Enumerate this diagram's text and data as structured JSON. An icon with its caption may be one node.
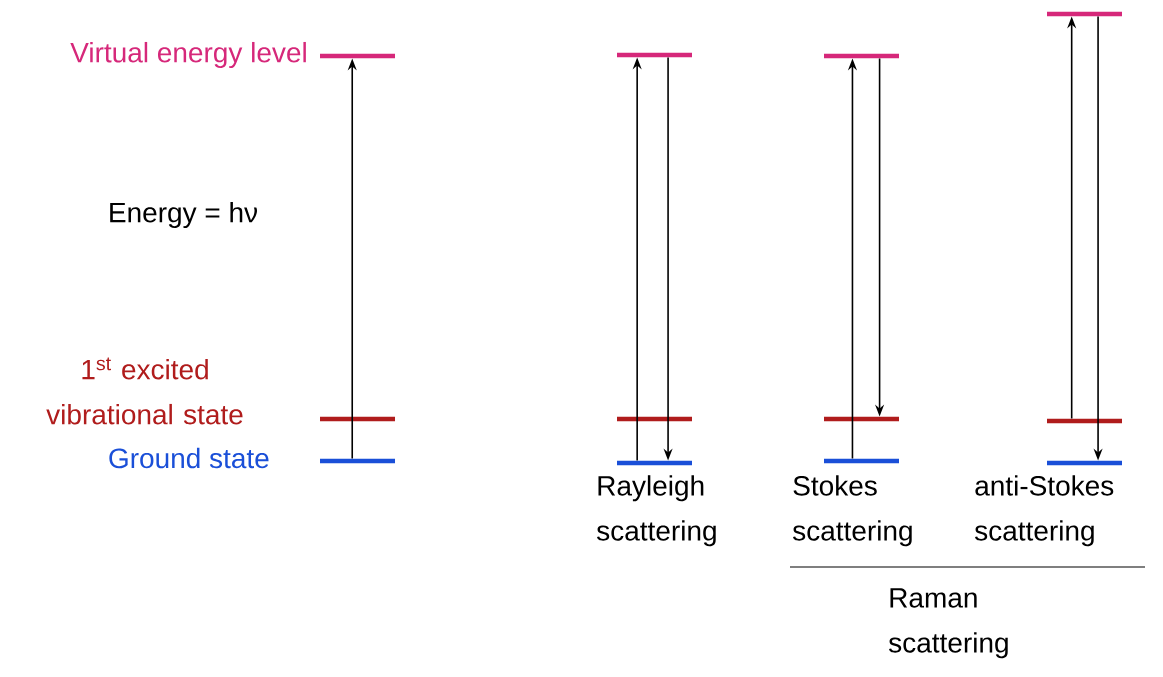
{
  "diagram": {
    "nodes": [
      {
        "text": [],
        "shape": "bar",
        "beside": [
          "Virtual energy level"
        ]
      },
      {
        "text": [],
        "shape": "bar",
        "beside": [
          "1$^{st}$ excited vibrational state"
        ]
      },
      {
        "text": [],
        "shape": "bar",
        "beside": [
          "Ground state"
        ]
      },
      {
        "text": [],
        "shape": "bar"
      },
      {
        "text": [],
        "shape": "bar"
      },
      {
        "text": [],
        "shape": "bar",
        "beside": [
          "Rayleigh scattering"
        ]
      },
      {
        "text": [],
        "shape": "bar"
      },
      {
        "text": [],
        "shape": "bar"
      },
      {
        "text": [],
        "shape": "bar",
        "beside": [
          "Stokes scattering"
        ]
      },
      {
        "text": [],
        "shape": "bar"
      },
      {
        "text": [],
        "shape": "bar"
      },
      {
        "text": [],
        "shape": "bar",
        "beside": [
          "anti-Stokes scattering"
        ]
      }
    ],
    "edges": [
      {
        "from": 2,
        "to": 0,
        "arrow": "to",
        "label": "Energy = hν"
      },
      {
        "from": 5,
        "to": 3,
        "arrow": "to"
      },
      {
        "from": 3,
        "to": 5,
        "arrow": "to"
      },
      {
        "from": 8,
        "to": 6,
        "arrow": "to"
      },
      {
        "from": 6,
        "to": 7,
        "arrow": "to"
      },
      {
        "from": 10,
        "to": 9,
        "arrow": "to"
      },
      {
        "from": 9,
        "to": 11,
        "arrow": "to"
      }
    ],
    "labels": [
      "Raman scattering"
    ]
  }
}
